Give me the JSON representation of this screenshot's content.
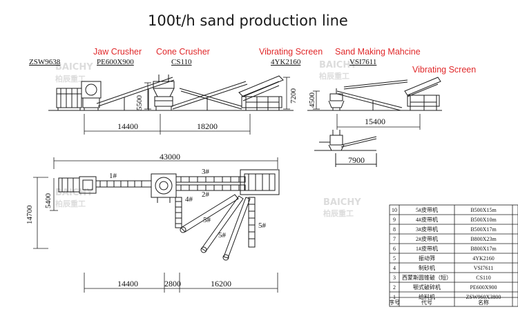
{
  "title": "100t/h sand production line",
  "equipment_names": {
    "jaw": "Jaw Crusher",
    "cone": "Cone Crusher",
    "vibrating1": "Vibrating Screen",
    "sand": "Sand Making Mahcine",
    "vibrating2": "Vibrating Screen"
  },
  "models": {
    "feeder": "ZSW9638",
    "jaw": "PE600X900",
    "cone": "CS110",
    "screen": "4YK2160",
    "sand": "VSI7611"
  },
  "elevation_dims": {
    "h_5500": "5500",
    "h_7200": "7200",
    "h_4500": "4500",
    "d_14400": "14400",
    "d_18200": "18200",
    "d_15400": "15400",
    "d_7900": "7900"
  },
  "plan_dims": {
    "d_43000": "43000",
    "d_14700": "14700",
    "d_5400": "5400",
    "d_14400": "14400",
    "d_2800": "2800",
    "d_16200": "16200"
  },
  "conveyor_labels": {
    "c1": "1#",
    "c2": "2#",
    "c3": "3#",
    "c4": "4#",
    "c5a": "5#",
    "c5b": "5#",
    "c5c": "5#"
  },
  "watermark": {
    "latin": "BAICHY",
    "cn": "柏辰重工"
  },
  "table": {
    "rows": [
      {
        "no": "10",
        "name": "5#皮带机",
        "spec": "B500X15m"
      },
      {
        "no": "9",
        "name": "4#皮带机",
        "spec": "B500X10m"
      },
      {
        "no": "8",
        "name": "3#皮带机",
        "spec": "B500X17m"
      },
      {
        "no": "7",
        "name": "2#皮带机",
        "spec": "B800X23m"
      },
      {
        "no": "6",
        "name": "1#皮带机",
        "spec": "B800X17m"
      },
      {
        "no": "5",
        "name": "振动筛",
        "spec": "4YK2160"
      },
      {
        "no": "4",
        "name": "制砂机",
        "spec": "VSI7611"
      },
      {
        "no": "3",
        "name": "西蒙斯圆锥破（短）",
        "spec": "CS110"
      },
      {
        "no": "2",
        "name": "颚式破碎机",
        "spec": "PE600X900"
      },
      {
        "no": "1",
        "name": "给料机",
        "spec": "ZSW960X3800"
      }
    ],
    "footer": {
      "no": "序号",
      "name": "代号",
      "spec": "名称"
    }
  }
}
